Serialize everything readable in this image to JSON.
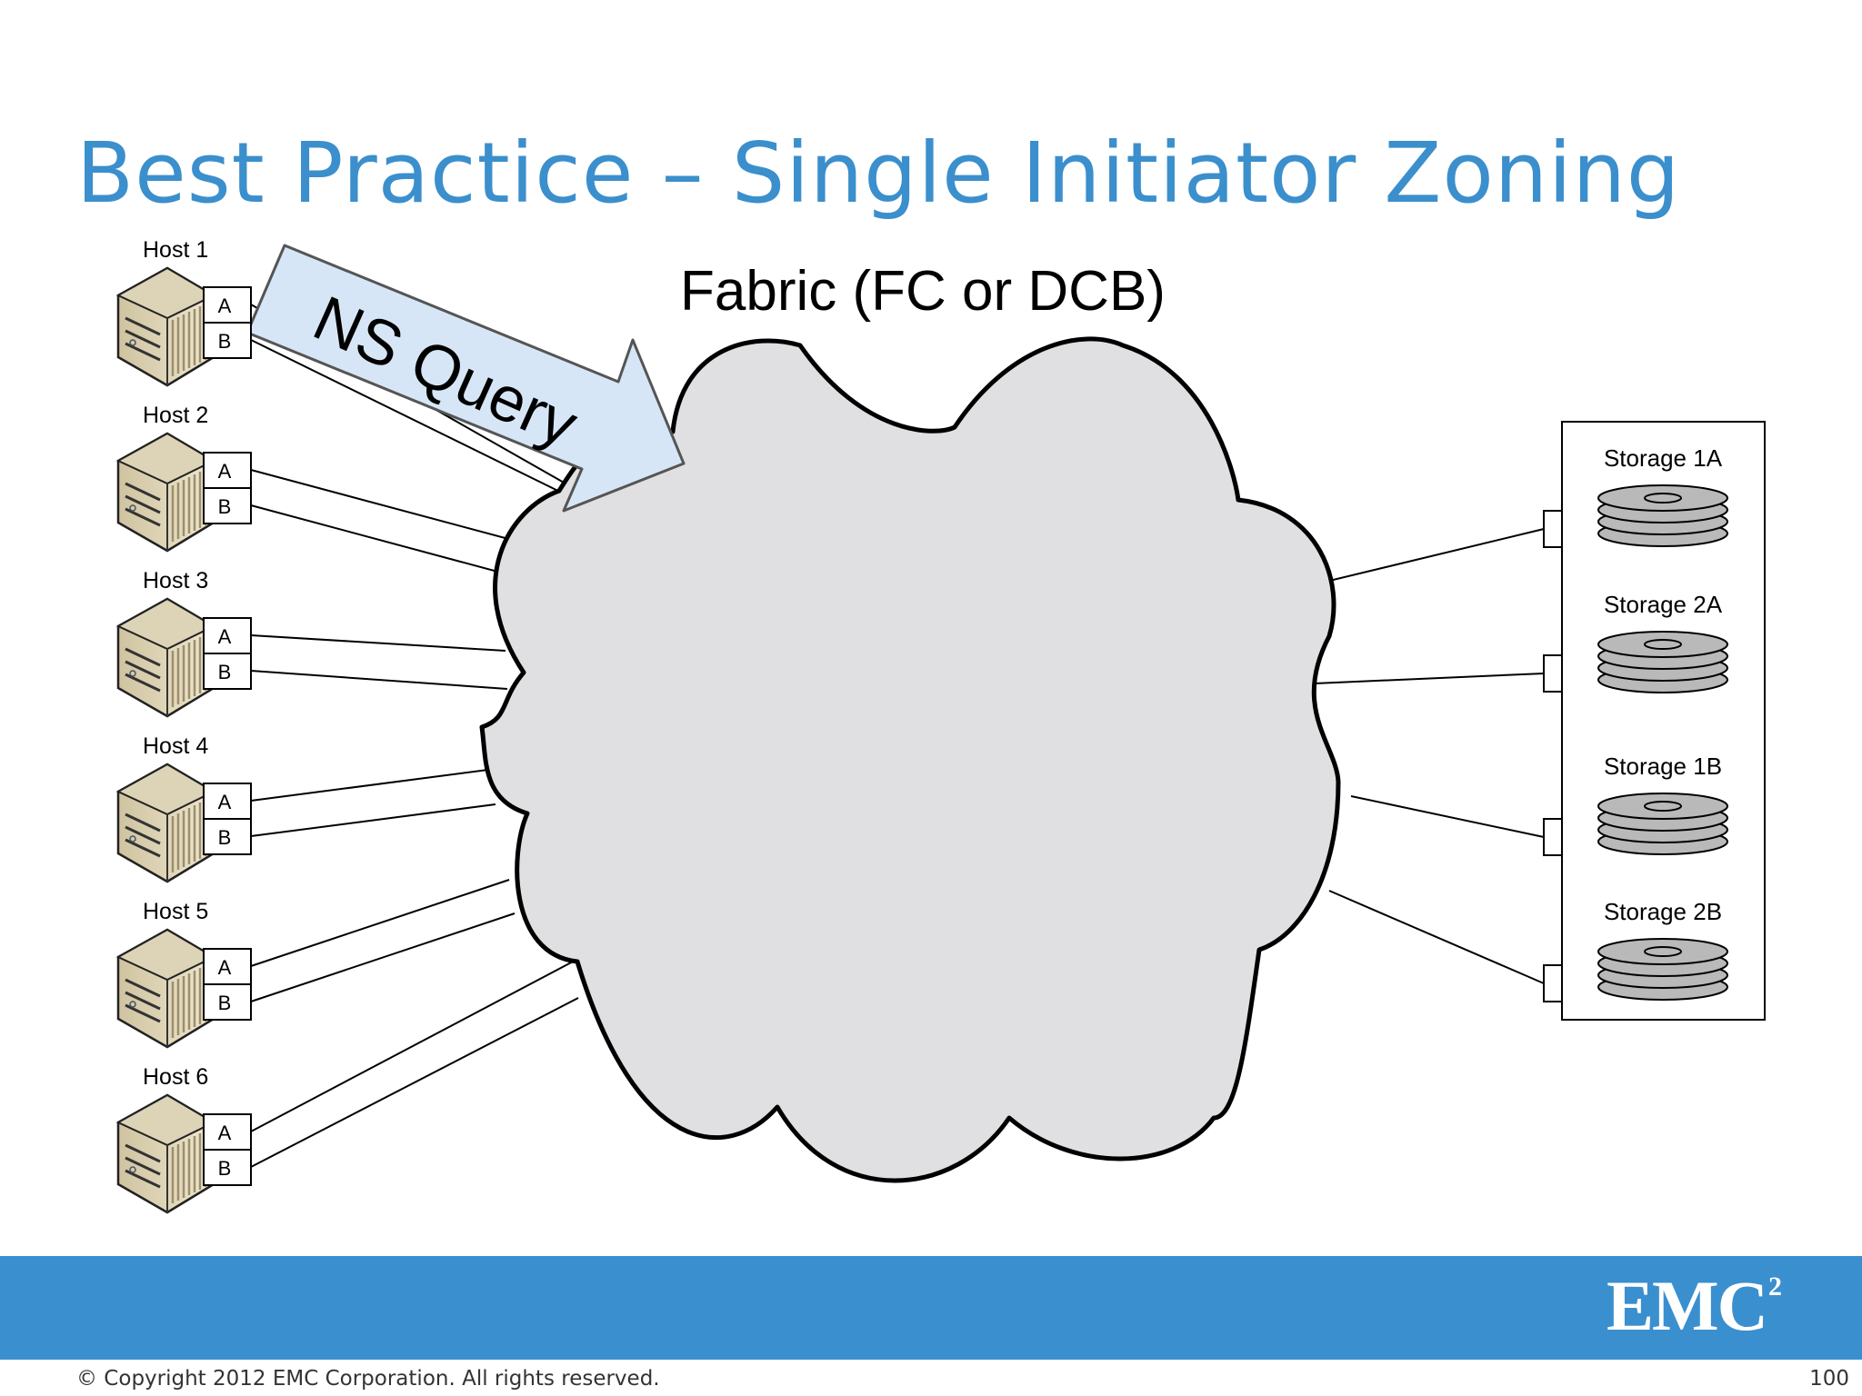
{
  "slide": {
    "title": "Best Practice – Single Initiator Zoning",
    "accent_color": "#3a8fcf",
    "title_color": "#3b8fcc"
  },
  "diagram": {
    "fabric_label": "Fabric (FC or DCB)",
    "arrow_label": "NS Query",
    "port_labels": [
      "A",
      "B"
    ],
    "hosts": [
      "Host 1",
      "Host 2",
      "Host 3",
      "Host 4",
      "Host 5",
      "Host 6"
    ],
    "storage": [
      "Storage 1A",
      "Storage 2A",
      "Storage 1B",
      "Storage 2B"
    ],
    "icons": {
      "host": "server-icon",
      "storage": "disk-stack-icon",
      "fabric": "cloud-shape"
    }
  },
  "footer": {
    "logo_text": "EMC",
    "logo_sup": "2",
    "copyright": "© Copyright 2012 EMC Corporation. All rights reserved.",
    "page_number": "100"
  }
}
